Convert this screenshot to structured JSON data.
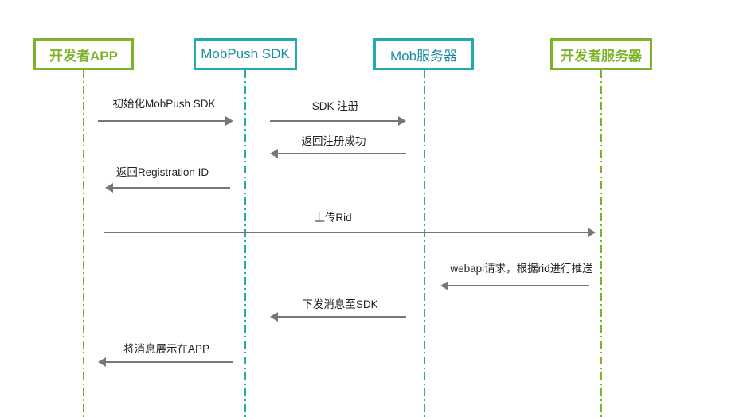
{
  "actors": [
    {
      "id": "app",
      "label": "开发者APP",
      "style": "green"
    },
    {
      "id": "sdk",
      "label": "MobPush SDK",
      "style": "teal"
    },
    {
      "id": "mobserver",
      "label": "Mob服务器",
      "style": "teal"
    },
    {
      "id": "devserver",
      "label": "开发者服务器",
      "style": "green"
    }
  ],
  "messages": [
    {
      "from": "app",
      "to": "sdk",
      "label": "初始化MobPush SDK"
    },
    {
      "from": "sdk",
      "to": "mobserver",
      "label": "SDK 注册"
    },
    {
      "from": "mobserver",
      "to": "sdk",
      "label": "返回注册成功"
    },
    {
      "from": "sdk",
      "to": "app",
      "label": "返回Registration ID"
    },
    {
      "from": "app",
      "to": "devserver",
      "label": "上传Rid"
    },
    {
      "from": "devserver",
      "to": "mobserver",
      "label": "webapi请求，根据rid进行推送"
    },
    {
      "from": "mobserver",
      "to": "sdk",
      "label": "下发消息至SDK"
    },
    {
      "from": "sdk",
      "to": "app",
      "label": "将消息展示在APP"
    }
  ],
  "colors": {
    "green": "#7db32a",
    "teal": "#22aab0",
    "arrow": "#777777"
  }
}
